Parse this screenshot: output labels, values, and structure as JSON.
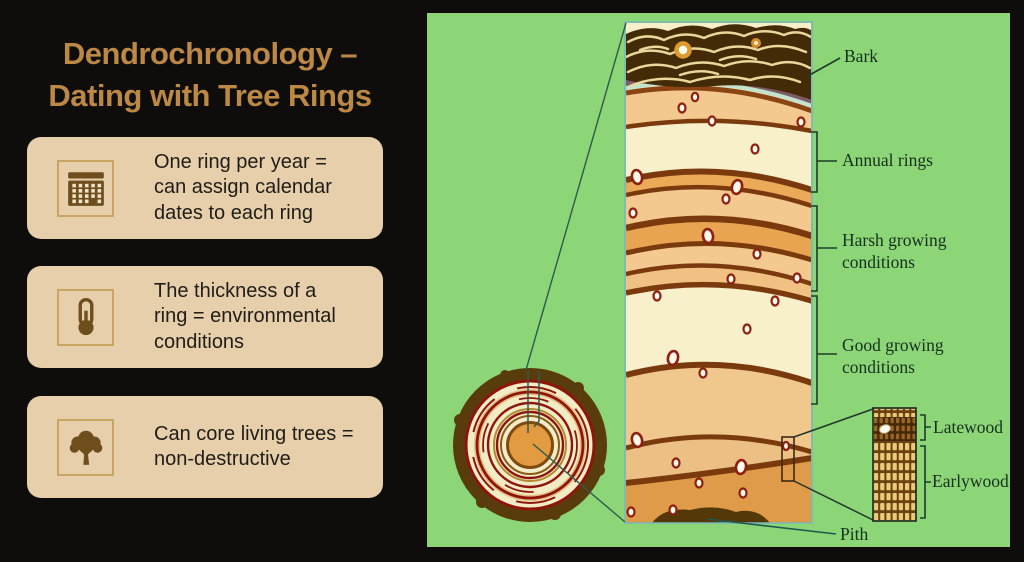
{
  "title": {
    "line1": "Dendrochronology –",
    "line2": "Dating with Tree Rings"
  },
  "cards": [
    {
      "icon": "calendar-icon",
      "lines": [
        "One ring per year =",
        "can assign calendar",
        "dates to each ring"
      ]
    },
    {
      "icon": "thermometer-icon",
      "lines": [
        "The thickness of a",
        "ring = environmental",
        "conditions"
      ]
    },
    {
      "icon": "tree-icon",
      "lines": [
        "Can core living trees =",
        "non-destructive"
      ]
    }
  ],
  "diagram": {
    "labels": {
      "bark": "Bark",
      "annual_rings": "Annual rings",
      "harsh": [
        "Harsh growing",
        "conditions"
      ],
      "good": [
        "Good growing",
        "conditions"
      ],
      "latewood": "Latewood",
      "earlywood": "Earlywood",
      "pith": "Pith"
    }
  },
  "colors": {
    "background": "#0e0d0b",
    "panel_green": "#8dd677",
    "title_text": "#bb8845",
    "card_background": "#e6cfaa",
    "icon_border": "#c9a564",
    "icon_brown": "#6f4e1d",
    "card_text": "#201d18",
    "diagram_label_text": "#16301e",
    "ring_line_brown": "#7b3a0e",
    "ring_cream": "#f7f0cb",
    "ring_tan": "#f3c98f",
    "ring_orange": "#e9a452",
    "bark_dark": "#422b06",
    "red_ring": "#8e150c"
  }
}
